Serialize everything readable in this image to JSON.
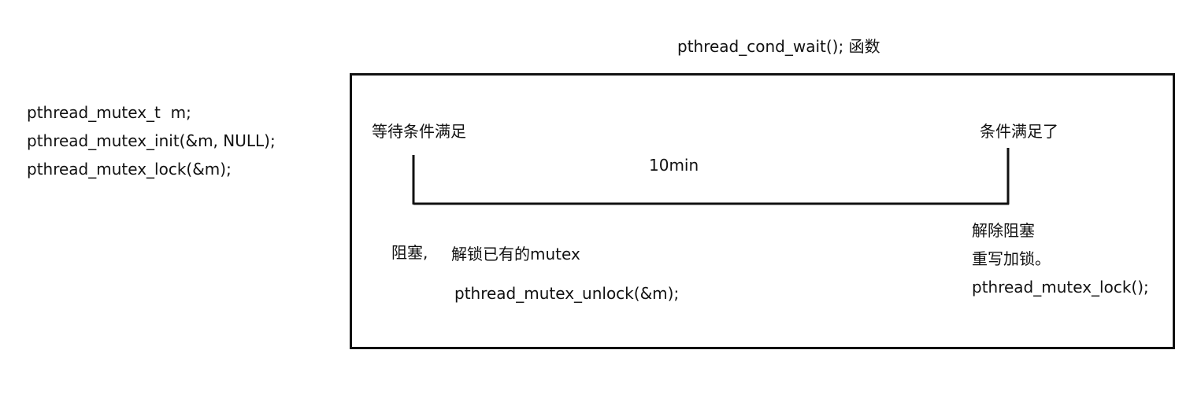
{
  "title": "pthread_cond_wait(); 函数",
  "left_code": [
    "pthread_mutex_t  m;",
    "pthread_mutex_init(&m, NULL);",
    "pthread_mutex_lock(&m);"
  ],
  "box": {
    "start_label": "等待条件满足",
    "end_label": "条件满足了",
    "duration_label": "10min",
    "block_label": "阻塞,",
    "unlock_label": "解锁已有的mutex",
    "unlock_code": "pthread_mutex_unlock(&m);",
    "right_notes": [
      "解除阻塞",
      "重写加锁。",
      "pthread_mutex_lock();"
    ]
  }
}
